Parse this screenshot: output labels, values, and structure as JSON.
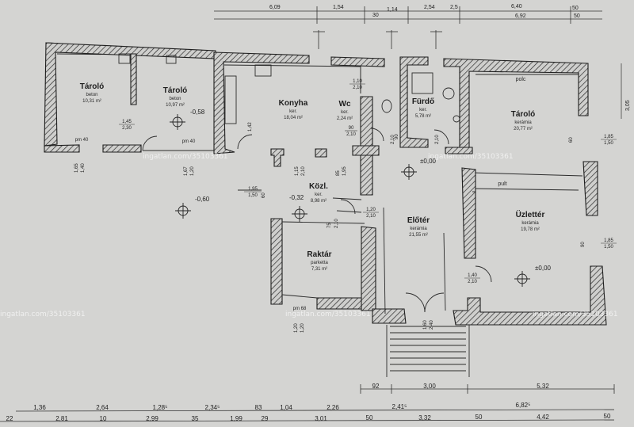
{
  "watermark": "ingatlan.com/35103361",
  "rooms": [
    {
      "name": "Tároló",
      "material": "beton",
      "area": "10,31 m²"
    },
    {
      "name": "Tároló",
      "material": "beton",
      "area": "10,97 m²"
    },
    {
      "name": "Konyha",
      "material": "ker.",
      "area": "18,04 m²"
    },
    {
      "name": "Wc",
      "material": "ker.",
      "area": "2,24 m²"
    },
    {
      "name": "Fürdő",
      "material": "ker.",
      "area": "5,78 m²"
    },
    {
      "name": "Tároló",
      "material": "kerámia",
      "area": "20,77 m²"
    },
    {
      "name": "Közl.",
      "material": "ker.",
      "area": "8,98 m²"
    },
    {
      "name": "Előtér",
      "material": "kerámia",
      "area": "21,55 m²"
    },
    {
      "name": "Üzlettér",
      "material": "kerámia",
      "area": "19,78 m²"
    },
    {
      "name": "Raktár",
      "material": "parketta",
      "area": "7,31 m²"
    }
  ],
  "labels": {
    "polc": "polc",
    "pult": "pult",
    "pm40_a": "pm 40",
    "pm40_b": "pm 40",
    "pm_raktar": "pm 68"
  },
  "elevations": [
    "-0,58",
    "-0,60",
    "-0,32",
    "±0,00",
    "±0,00"
  ],
  "opening_dims": [
    {
      "w": "1,45",
      "h": "2,30"
    },
    {
      "w": "1,10",
      "h": "2,10"
    },
    {
      "w": "90",
      "h": "2,10"
    },
    {
      "w": "1,95",
      "h": "1,50"
    },
    {
      "w": "1,20",
      "h": "2,10"
    },
    {
      "w": "1,40",
      "h": "2,10"
    },
    {
      "w": "1,85",
      "h": "1,50"
    },
    {
      "w": "1,85",
      "h": "1,50"
    }
  ],
  "vertical_dims": [
    "1,65",
    "1,40",
    "1,67",
    "1,20",
    "1,42",
    "1,15",
    "2,10",
    "85",
    "1,95",
    "75",
    "2,10",
    "1,20",
    "1,20",
    "1,60",
    "2,40",
    "60",
    "60",
    "90",
    "90",
    "2,10",
    "2,10"
  ],
  "bottom_dims_row1": [
    "92",
    "3,00",
    "5,32"
  ],
  "bottom_dims_row2": [
    "1,36",
    "2,64",
    "1,28⁵",
    "2,34⁵",
    "83",
    "1,04",
    "2,26",
    "2,41⁵",
    "6,82⁵"
  ],
  "bottom_dims_row3": [
    "22",
    "2,81",
    "10",
    "2,99",
    "35",
    "1,99",
    "29",
    "3,01",
    "50",
    "3,32",
    "50",
    "4,42",
    "50"
  ],
  "top_dims": [
    "6,09",
    "1,54",
    "30",
    "1,14",
    "2,54",
    "2,5",
    "6,40",
    "50",
    "6,92",
    "50"
  ],
  "top_partial": [
    "1,10",
    "1,10"
  ],
  "right_dims": [
    "3,05"
  ]
}
